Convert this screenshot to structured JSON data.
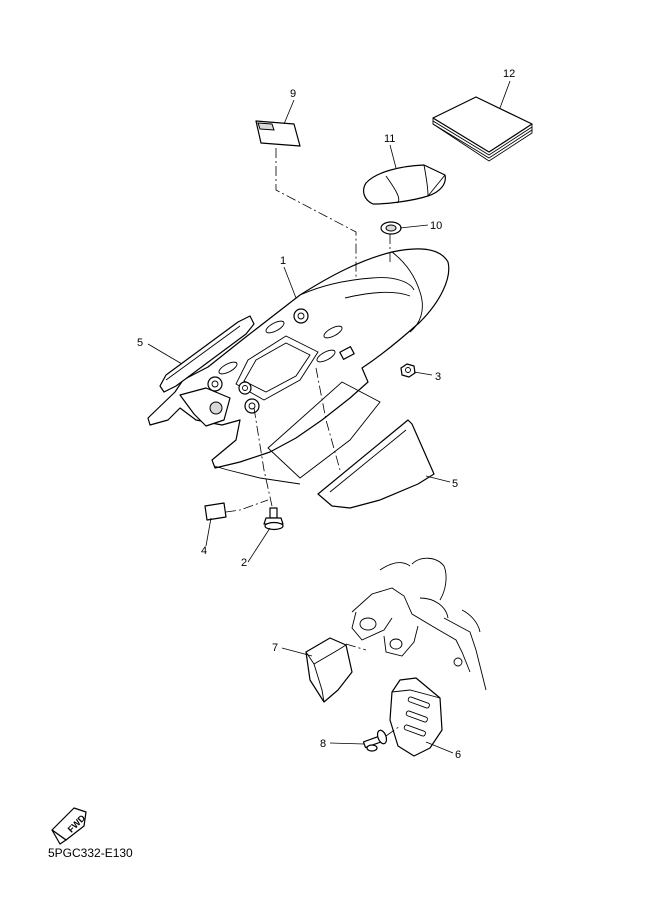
{
  "diagram_code": "5PGC332-E130",
  "fwd_label": "FWD",
  "callouts": [
    {
      "id": "c12",
      "label": "12"
    },
    {
      "id": "c9",
      "label": "9"
    },
    {
      "id": "c11",
      "label": "11"
    },
    {
      "id": "c10",
      "label": "10"
    },
    {
      "id": "c1",
      "label": "1"
    },
    {
      "id": "c5a",
      "label": "5"
    },
    {
      "id": "c3",
      "label": "3"
    },
    {
      "id": "c5b",
      "label": "5"
    },
    {
      "id": "c4",
      "label": "4"
    },
    {
      "id": "c2",
      "label": "2"
    },
    {
      "id": "c7",
      "label": "7"
    },
    {
      "id": "c8",
      "label": "8"
    },
    {
      "id": "c6",
      "label": "6"
    }
  ]
}
